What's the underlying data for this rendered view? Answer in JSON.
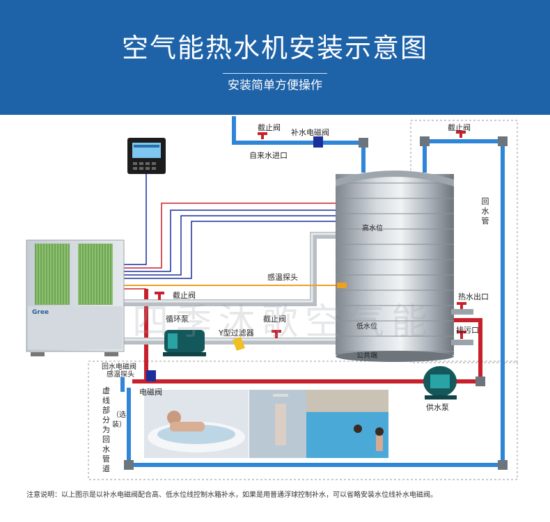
{
  "header": {
    "title": "空气能热水机安装示意图",
    "subtitle": "安装简单方便操作"
  },
  "labels": {
    "valve_top": "截止阀",
    "makeup_solenoid": "补水电磁阀",
    "tap_inlet": "自来水进口",
    "valve_right": "截止阀",
    "return_pipe": "回水管",
    "high_level": "高水位",
    "low_level": "低水位",
    "common": "公共端",
    "temp_probe": "感温探头",
    "valve_mid": "截止阀",
    "circ_pump": "循环泵",
    "y_filter": "Y型过滤器",
    "valve_low": "截止阀",
    "hot_outlet": "热水出口",
    "drain": "排污口",
    "return_solenoid": "回水电磁阀",
    "return_probe": "感温探头",
    "solenoid": "电磁阀",
    "supply_pump": "供水泵",
    "dashed_note": "虚线部分为回水管道",
    "optional": "（选装）",
    "unit_brand": "Gree",
    "watermark": "四季沐歌空气能"
  },
  "footnote": "注意说明：以上图示是以补水电磁阀配合高、低水位线控制水箱补水，如果是用普通浮球控制补水，可以省略安装水位线补水电磁阀。",
  "colors": {
    "banner": "#1e62a8",
    "water_pipe": "#2f86d6",
    "hot_pipe": "#c8202a",
    "control_wire": "#1a2f9a",
    "probe_wire": "#f0a020"
  }
}
